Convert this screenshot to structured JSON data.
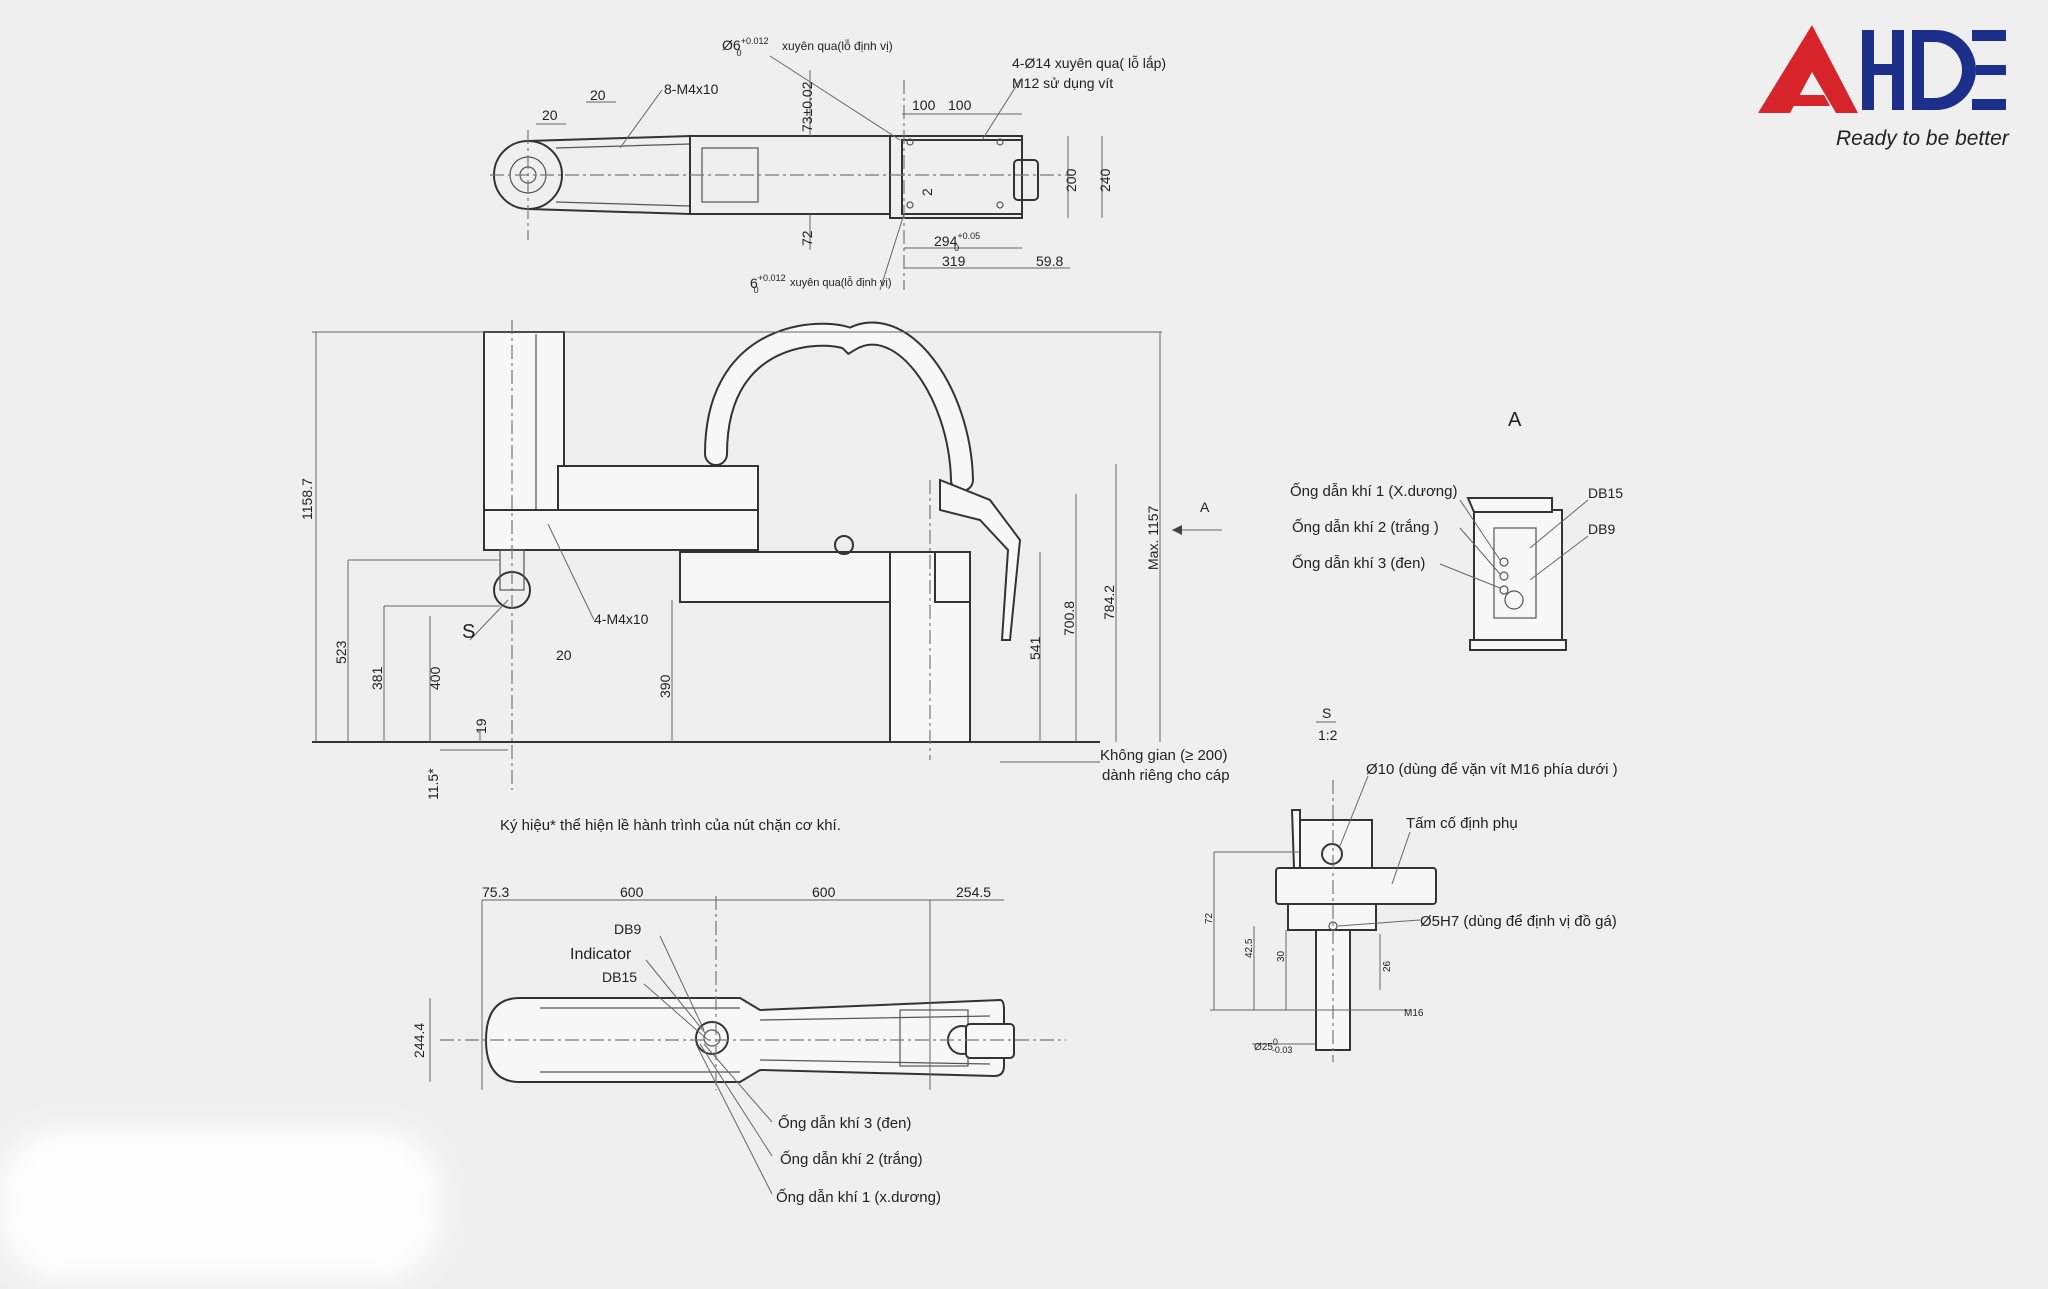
{
  "brand": {
    "logo_text": "AHDE",
    "tagline": "Ready to be better",
    "accent_color": "#d7232a",
    "secondary_color": "#1c2f8a"
  },
  "top_view": {
    "pin_hole_top": "Ø6",
    "pin_hole_top_tol_upper": "+0.012",
    "pin_hole_top_tol_lower": "0",
    "pin_hole_top_note": "xuyên qua(lỗ định vị)",
    "mount_holes": "4-Ø14 xuyên qua( lỗ lắp)",
    "mount_screw": "M12 sử dụng vít",
    "screw_holes": "8-M4x10",
    "dim_20a": "20",
    "dim_20b": "20",
    "dim_73": "73±0.02",
    "dim_72": "72",
    "dim_2": "2",
    "dim_100a": "100",
    "dim_100b": "100",
    "dim_200": "200",
    "dim_240": "240",
    "dim_294": "294",
    "dim_294_tol_upper": "+0.05",
    "dim_294_tol_lower": "0",
    "dim_319": "319",
    "dim_59_8": "59.8",
    "pin_hole_bottom": "6",
    "pin_hole_bottom_tol_upper": "+0.012",
    "pin_hole_bottom_tol_lower": "0",
    "pin_hole_bottom_note": "xuyên qua(lỗ định vị)"
  },
  "side_view": {
    "dim_1158_7": "1158.7",
    "dim_523": "523",
    "dim_381": "381",
    "dim_400": "400",
    "dim_19": "19",
    "dim_11_5": "11.5*",
    "dim_390": "390",
    "dim_541": "541",
    "dim_700_8": "700.8",
    "dim_784_2": "784.2",
    "dim_max_1157": "Max. 1157",
    "dim_20": "20",
    "screw_holes": "4-M4x10",
    "label_s": "S",
    "view_arrow": "A",
    "cable_space_line1": "Không gian (≥ 200)",
    "cable_space_line2": "dành riêng cho cáp",
    "footnote": "Ký hiệu* thể hiện lề hành trình của nút chặn cơ khí."
  },
  "view_a": {
    "title": "A",
    "air_1": "Ống dẫn khí 1 (X.dương)",
    "air_2": "Ống dẫn khí 2 (trắng )",
    "air_3": "Ống dẫn khí 3 (đen)",
    "db15": "DB15",
    "db9": "DB9"
  },
  "detail_s": {
    "title": "S",
    "scale": "1:2",
    "hole_10": "Ø10 (dùng để vặn vít M16 phía dưới )",
    "plate": "Tấm cố định phụ",
    "hole_5h7": "Ø5H7 (dùng để định vị đồ gá)",
    "dim_72": "72",
    "dim_42_5": "42.5",
    "dim_30": "30",
    "dim_26": "26",
    "m16": "M16",
    "shaft": "Ø25",
    "shaft_tol_upper": "0",
    "shaft_tol_lower": "-0.03"
  },
  "bottom_view": {
    "dim_75_3": "75.3",
    "dim_600a": "600",
    "dim_600b": "600",
    "dim_254_5": "254.5",
    "dim_244_4": "244.4",
    "db9": "DB9",
    "indicator": "Indicator",
    "db15": "DB15",
    "air_3": "Ống dẫn khí 3 (đen)",
    "air_2": "Ống dẫn khí 2 (trắng)",
    "air_1": "Ống dẫn khí 1 (x.dương)"
  }
}
